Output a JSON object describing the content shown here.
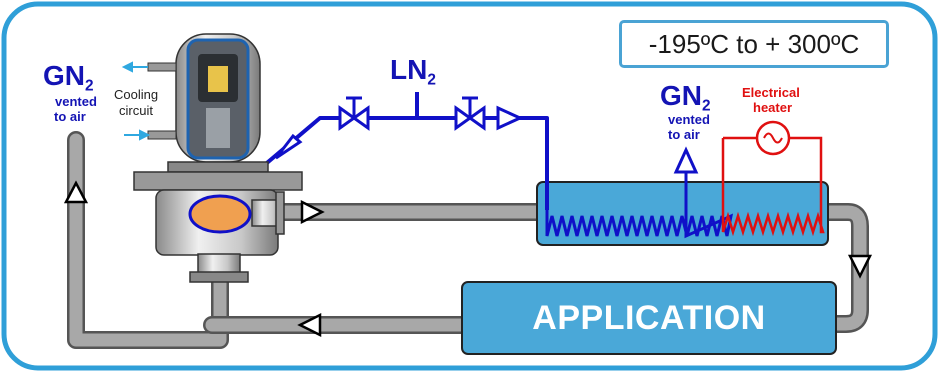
{
  "temperature_range": "-195ºC to + 300ºC",
  "labels": {
    "gn2_left_main": "GN",
    "gn2_left_sub": "2",
    "gn2_left_note_1": "vented",
    "gn2_left_note_2": "to air",
    "cooling_1": "Cooling",
    "cooling_2": "circuit",
    "ln2_main": "LN",
    "ln2_sub": "2",
    "gn2_right_main": "GN",
    "gn2_right_sub": "2",
    "gn2_right_note_1": "vented",
    "gn2_right_note_2": "to air",
    "heater_1": "Electrical",
    "heater_2": "heater",
    "application": "APPLICATION"
  },
  "colors": {
    "frame": "#2f9fd8",
    "pipe": "#9a9a9a",
    "ln2_line": "#1010c8",
    "heater_line": "#e01010",
    "box_fill": "#4aa8d8",
    "label_blue": "#1414b4",
    "heater_text": "#e01010"
  }
}
